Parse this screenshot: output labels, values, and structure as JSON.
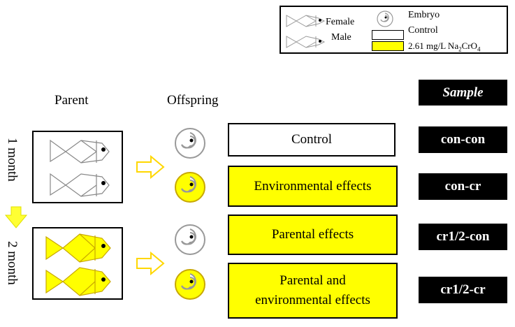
{
  "legend": {
    "female": "Female",
    "male": "Male",
    "embryo": "Embryo",
    "control": "Control",
    "treatment_prefix": "2.61 mg/L Na",
    "treatment_sub1": "2",
    "treatment_mid": "CrO",
    "treatment_sub2": "4"
  },
  "headers": {
    "parent": "Parent",
    "offspring": "Offspring",
    "sample": "Sample"
  },
  "months": {
    "first": "1 month",
    "second": "2 month"
  },
  "conditions": [
    {
      "label": "Control",
      "fill": "#ffffff"
    },
    {
      "label": "Environmental effects",
      "fill": "#ffff00"
    },
    {
      "label": "Parental effects",
      "fill": "#ffff00"
    },
    {
      "label_line1": "Parental and",
      "label_line2": "environmental effects",
      "fill": "#ffff00"
    }
  ],
  "samples": [
    "con-con",
    "con-cr",
    "cr1/2-con",
    "cr1/2-cr"
  ],
  "colors": {
    "treatment_yellow": "#ffff00",
    "control_white": "#ffffff",
    "arrow_yellow": "#ffff33",
    "embryo_control_gray": "#9a9a9a"
  }
}
